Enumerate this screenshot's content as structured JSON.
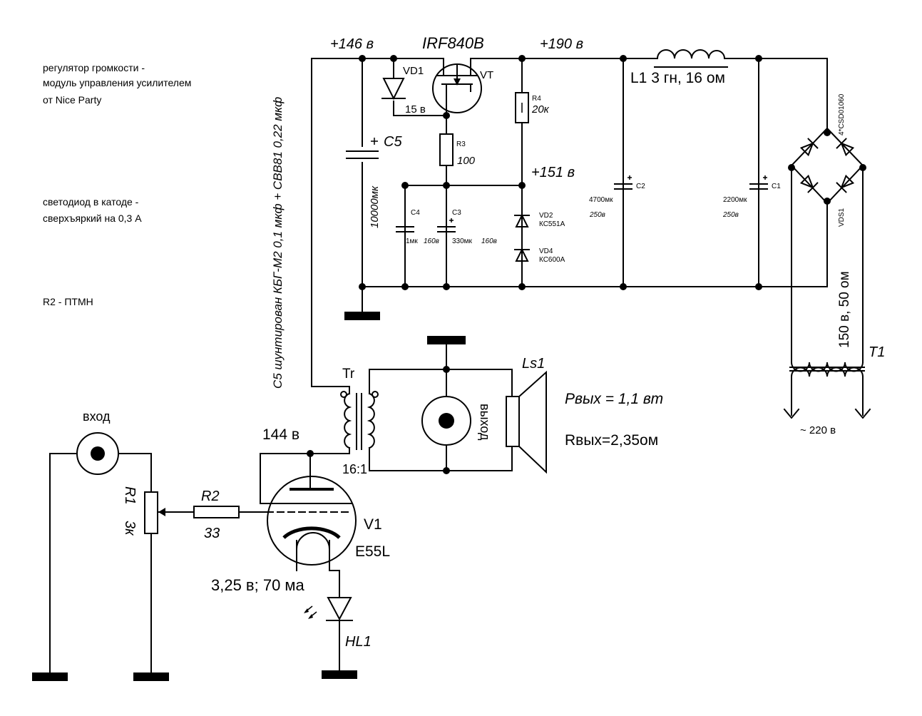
{
  "notes": {
    "volume_line1": "регулятор громкости -",
    "volume_line2": "модуль управления усилителем",
    "volume_line3": "от Nice Party",
    "led_line1": "светодиод в катоде -",
    "led_line2": "сверхъяркий на 0,3 А",
    "r2_note": "R2 - ПТМН",
    "c5_note": "C5 шунтирован КБГ-М2 0,1 мкф + CBB81 0,22 мкф"
  },
  "rails": {
    "v146": "+146 в",
    "v190": "+190 в",
    "v151": "+151 в",
    "v144": "144 в"
  },
  "components": {
    "vt_part": "IRF840B",
    "vt": "VT",
    "vd1": "VD1",
    "vd1_value": "15 в",
    "r3": "R3",
    "r3_value": "100",
    "r4": "R4",
    "r4_value": "20к",
    "c5": "C5",
    "c5_value": "10000мк",
    "c4": "C4",
    "c4_value": "1мк",
    "c4_voltage": "160в",
    "c3": "C3",
    "c3_value": "330мк",
    "c3_voltage": "160в",
    "vd2": "VD2",
    "vd2_part": "КС551А",
    "vd4": "VD4",
    "vd4_part": "КС600А",
    "c2": "C2",
    "c2_value": "4700мк",
    "c2_voltage": "250в",
    "c1": "C1",
    "c1_value": "2200мк",
    "c1_voltage": "250в",
    "l1": "L1 3 гн, 16 ом",
    "bridge_part": "4*CSD01060",
    "vds1": "VDS1",
    "t1": "T1",
    "t1_secondary": "150 в, 50 ом",
    "mains": "~ 220 в",
    "tr": "Tr",
    "tr_ratio": "16:1",
    "ls1": "Ls1",
    "output_jack": "выход",
    "input_jack": "вход",
    "p_out": "Pвых = 1,1 вт",
    "r_out": "Rвых=2,35ом",
    "r1": "R1",
    "r1_value": "3к",
    "r2": "R2",
    "r2_value": "33",
    "v1": "V1",
    "v1_part": "E55L",
    "cathode": "3,25 в; 70 ма",
    "hl1": "HL1"
  }
}
